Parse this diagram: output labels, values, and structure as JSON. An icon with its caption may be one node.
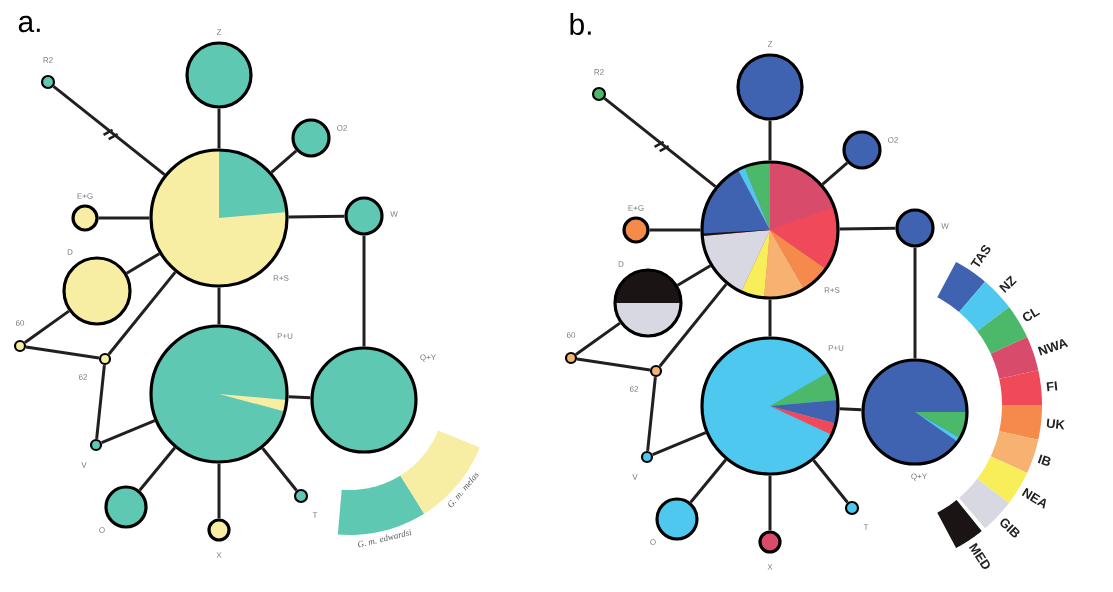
{
  "diagram": {
    "nodes": [
      {
        "text": [
          "R2"
        ]
      },
      {
        "text": [
          "Z"
        ]
      },
      {
        "text": [
          "O2"
        ]
      },
      {
        "text": [
          "E+G"
        ]
      },
      {
        "text": [
          "R+S"
        ]
      },
      {
        "text": [
          "W"
        ]
      },
      {
        "text": [
          "D"
        ]
      },
      {
        "text": [
          "60"
        ]
      },
      {
        "text": [
          "62"
        ]
      },
      {
        "text": [
          "P+U"
        ]
      },
      {
        "text": [
          "Q+Y"
        ]
      },
      {
        "text": [
          "V"
        ]
      },
      {
        "text": [
          "O"
        ]
      },
      {
        "text": [
          "X"
        ]
      },
      {
        "text": [
          "T"
        ]
      },
      {
        "text": [
          "R2"
        ]
      },
      {
        "text": [
          "Z"
        ]
      },
      {
        "text": [
          "O2"
        ]
      },
      {
        "text": [
          "E+G"
        ]
      },
      {
        "text": [
          "R+S"
        ]
      },
      {
        "text": [
          "W"
        ]
      },
      {
        "text": [
          "D"
        ]
      },
      {
        "text": [
          "60"
        ]
      },
      {
        "text": [
          "62"
        ]
      },
      {
        "text": [
          "P+U"
        ]
      },
      {
        "text": [
          "Q+Y"
        ]
      },
      {
        "text": [
          "V"
        ]
      },
      {
        "text": [
          "O"
        ]
      },
      {
        "text": [
          "X"
        ]
      },
      {
        "text": [
          "T"
        ]
      }
    ],
    "edges": [
      {
        "from": 0,
        "to": 4,
        "arrow": "none"
      },
      {
        "from": 1,
        "to": 4,
        "arrow": "none"
      },
      {
        "from": 2,
        "to": 4,
        "arrow": "none"
      },
      {
        "from": 3,
        "to": 4,
        "arrow": "none"
      },
      {
        "from": 4,
        "to": 5,
        "arrow": "none"
      },
      {
        "from": 6,
        "to": 4,
        "arrow": "none"
      },
      {
        "from": 8,
        "to": 4,
        "arrow": "none"
      },
      {
        "from": 7,
        "to": 6,
        "arrow": "none"
      },
      {
        "from": 7,
        "to": 8,
        "arrow": "none"
      },
      {
        "from": 4,
        "to": 9,
        "arrow": "none"
      },
      {
        "from": 5,
        "to": 10,
        "arrow": "none"
      },
      {
        "from": 8,
        "to": 11,
        "arrow": "none"
      },
      {
        "from": 11,
        "to": 9,
        "arrow": "none"
      },
      {
        "from": 9,
        "to": 10,
        "arrow": "none"
      },
      {
        "from": 9,
        "to": 12,
        "arrow": "none"
      },
      {
        "from": 9,
        "to": 13,
        "arrow": "none"
      },
      {
        "from": 9,
        "to": 14,
        "arrow": "none"
      },
      {
        "from": 15,
        "to": 19,
        "arrow": "none"
      },
      {
        "from": 16,
        "to": 19,
        "arrow": "none"
      },
      {
        "from": 17,
        "to": 19,
        "arrow": "none"
      },
      {
        "from": 18,
        "to": 19,
        "arrow": "none"
      },
      {
        "from": 19,
        "to": 20,
        "arrow": "none"
      },
      {
        "from": 21,
        "to": 19,
        "arrow": "none"
      },
      {
        "from": 23,
        "to": 19,
        "arrow": "none"
      },
      {
        "from": 22,
        "to": 21,
        "arrow": "none"
      },
      {
        "from": 22,
        "to": 23,
        "arrow": "none"
      },
      {
        "from": 19,
        "to": 24,
        "arrow": "none"
      },
      {
        "from": 20,
        "to": 25,
        "arrow": "none"
      },
      {
        "from": 23,
        "to": 26,
        "arrow": "none"
      },
      {
        "from": 26,
        "to": 24,
        "arrow": "none"
      },
      {
        "from": 24,
        "to": 25,
        "arrow": "none"
      },
      {
        "from": 24,
        "to": 27,
        "arrow": "none"
      },
      {
        "from": 24,
        "to": 28,
        "arrow": "none"
      },
      {
        "from": 24,
        "to": 29,
        "arrow": "none"
      }
    ],
    "labels": [
      "a.",
      "b."
    ],
    "legend": [
      {
        "text": "G. m. edwardsi",
        "color": "#5ec8b2"
      },
      {
        "text": "G. m. melas",
        "color": "#f7eea3"
      },
      {
        "text": "TAS",
        "color": "#3f63b0"
      },
      {
        "text": "NZ",
        "color": "#4fc8f0"
      },
      {
        "text": "CL",
        "color": "#4cb86a"
      },
      {
        "text": "NWA",
        "color": "#d84b6a"
      },
      {
        "text": "FI",
        "color": "#f04a5a"
      },
      {
        "text": "UK",
        "color": "#f58a4a"
      },
      {
        "text": "IB",
        "color": "#f7b272"
      },
      {
        "text": "NEA",
        "color": "#f8ee5a"
      },
      {
        "text": "GIB",
        "color": "#d8d8e2"
      },
      {
        "text": "MED",
        "color": "#1a1414"
      }
    ]
  }
}
